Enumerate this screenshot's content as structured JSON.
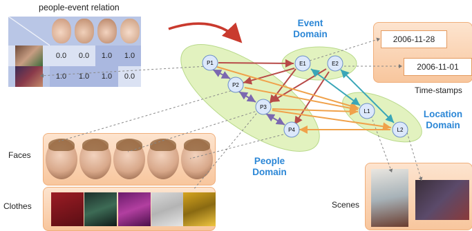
{
  "header_title": "people-event relation",
  "matrix": {
    "rows": [
      [
        "0.0",
        "0.0",
        "1.0",
        "1.0"
      ],
      [
        "1.0",
        "1.0",
        "1.0",
        "0.0"
      ]
    ]
  },
  "domains": {
    "event": "Event Domain",
    "people": "People Domain",
    "location": "Location Domain"
  },
  "nodes": {
    "P1": "P1",
    "P2": "P2",
    "P3": "P3",
    "P4": "P4",
    "E1": "E1",
    "E2": "E2",
    "L1": "L1",
    "L2": "L2"
  },
  "timestamps": {
    "date1": "2006-11-28",
    "date2": "2006-11-01",
    "label": "Time-stamps"
  },
  "labels": {
    "faces": "Faces",
    "clothes": "Clothes",
    "scenes": "Scenes"
  },
  "colors": {
    "domain_blue": "#2a86d6",
    "node_fill": "#dce8fb",
    "ellipse_green": "#dff0b8",
    "edge_red": "#b74a48",
    "edge_orange": "#f0a14a",
    "edge_purple": "#7b68b0",
    "edge_teal": "#3aa6b8",
    "panel_orange": "#f8c69d",
    "curved_arrow": "#c93a2e"
  }
}
